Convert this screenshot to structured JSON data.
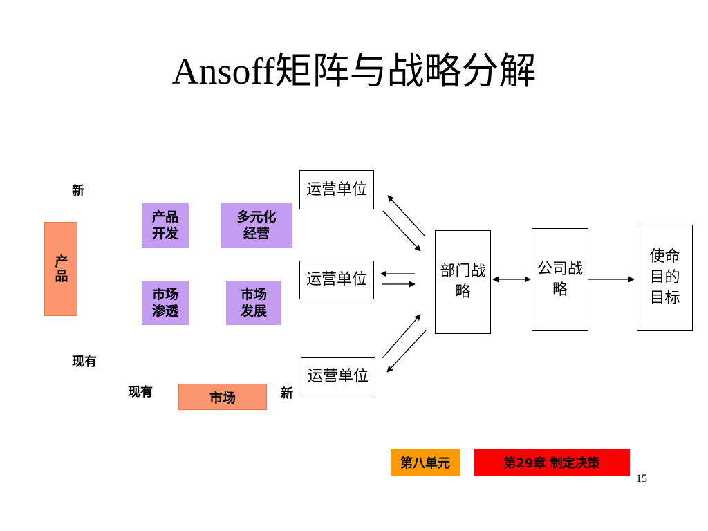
{
  "title": "Ansoff矩阵与战略分解",
  "matrix": {
    "y_high_label": "新",
    "y_low_label": "现有",
    "y_axis_label": "产品",
    "x_low_label": "现有",
    "x_high_label": "新",
    "x_axis_label": "市场",
    "cells": {
      "product_dev": {
        "line1": "产品",
        "line2": "开发"
      },
      "diversification": {
        "line1": "多元化",
        "line2": "经营"
      },
      "market_penetration": {
        "line1": "市场",
        "line2": "渗透"
      },
      "market_dev": {
        "line1": "市场",
        "line2": "发展"
      }
    },
    "colors": {
      "cell": "#c49cf2",
      "axis": "#fb9670"
    }
  },
  "hierarchy": {
    "operating_units": [
      "运营单位",
      "运营单位",
      "运营单位"
    ],
    "department_strategy": "部门战略",
    "company_strategy": "公司战略",
    "mission": {
      "line1": "使命",
      "line2": "目的",
      "line3": "目标"
    }
  },
  "footer": {
    "unit_tag": "第八单元",
    "chapter_tag": "第29章 制定决策",
    "page_number": "15",
    "colors": {
      "unit": "#ff9900",
      "chapter": "#ff0000"
    }
  }
}
